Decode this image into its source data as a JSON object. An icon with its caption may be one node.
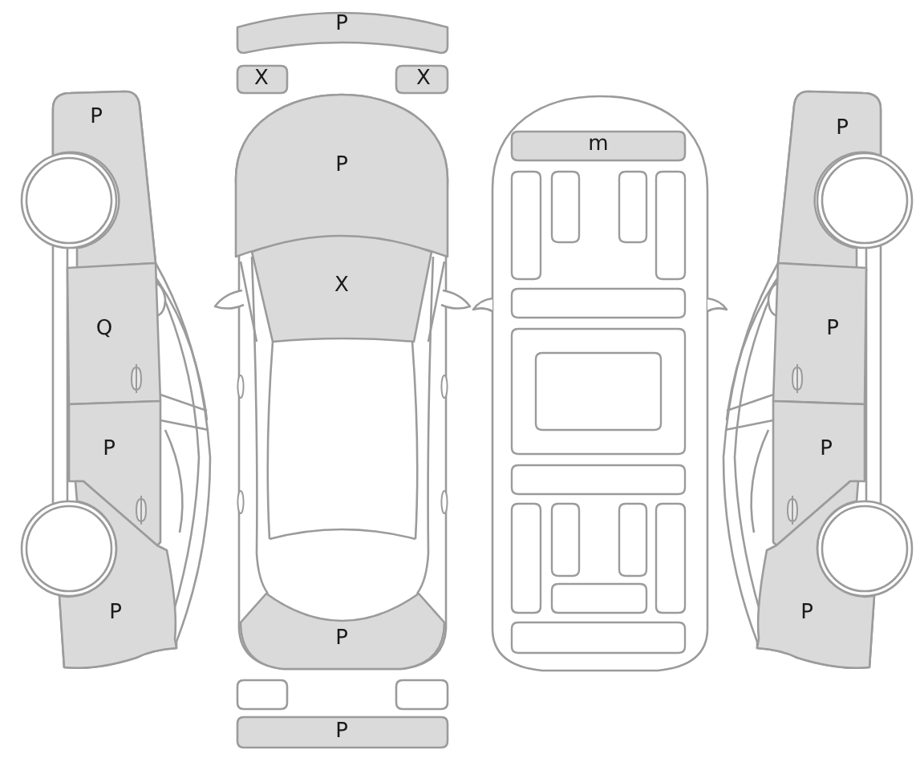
{
  "diagram": {
    "nodes": [
      {
        "text": [
          "P"
        ]
      },
      {
        "text": [
          "X"
        ]
      },
      {
        "text": [
          "X"
        ]
      },
      {
        "text": [
          "P"
        ]
      },
      {
        "text": [
          "P"
        ]
      },
      {
        "text": [
          "m"
        ]
      },
      {
        "text": [
          "P"
        ]
      },
      {
        "text": [
          "X"
        ]
      },
      {
        "text": [
          "Q"
        ]
      },
      {
        "text": [
          "P"
        ]
      },
      {
        "text": [
          "P"
        ]
      },
      {
        "text": [
          "P"
        ]
      },
      {
        "text": [
          "P"
        ]
      },
      {
        "text": [
          "P"
        ]
      },
      {
        "text": [
          "P"
        ]
      },
      {
        "text": [],
        "shape": "box"
      },
      {
        "text": [],
        "shape": "box"
      },
      {
        "text": [
          "P"
        ]
      }
    ]
  }
}
